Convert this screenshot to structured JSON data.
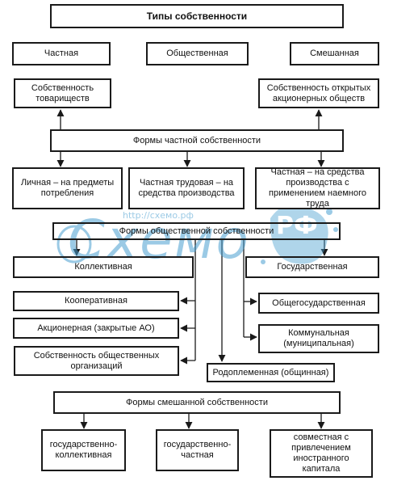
{
  "types": {
    "title": "Типы собственности",
    "private": "Частная",
    "public": "Общественная",
    "mixed": "Смешанная"
  },
  "private_side": {
    "partnerships": "Собственность товариществ",
    "open_jsc": "Собственность открытых акционерных обществ",
    "forms_title": "Формы частной собственности",
    "personal": "Личная – на предметы потребления",
    "labour": "Частная трудовая – на средства производства",
    "hired": "Частная – на средства производства с применением наемного труда"
  },
  "public_side": {
    "forms_title": "Формы общественной собственности",
    "collective": "Коллективная",
    "state": "Государственная",
    "cooperative": "Кооперативная",
    "jsc_closed": "Акционерная (закрытые АО)",
    "organizations": "Собственность общественных организаций",
    "national": "Общегосударственная",
    "municipal": "Коммунальная (муниципальная)",
    "tribal": "Родоплеменная (общинная)"
  },
  "mixed_side": {
    "forms_title": "Формы смешанной собственности",
    "state_collective": "государственно-коллективная",
    "state_private": "государственно-частная",
    "joint_foreign": "совместная с привлечением иностранного капитала"
  },
  "watermark": {
    "logo": "Схемо",
    "rf": "РФ",
    "url": "http://схемо.рф"
  },
  "colors": {
    "border": "#1a1a1a",
    "watermark": "#4a9fd0"
  }
}
